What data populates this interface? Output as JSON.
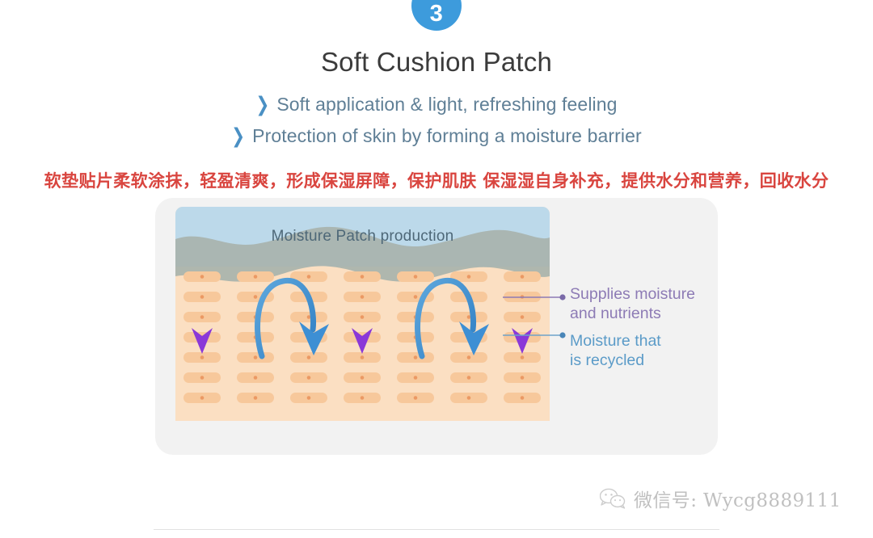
{
  "step": {
    "number": "3",
    "accent_color": "#3d9bdc"
  },
  "header": {
    "title": "Soft Cushion Patch",
    "bullets": [
      {
        "icon": "chevron-right-icon",
        "marker": "❯",
        "text": "Soft application & light, refreshing feeling"
      },
      {
        "icon": "chevron-right-icon",
        "marker": "❯",
        "text": "Protection of skin by forming a moisture barrier"
      }
    ],
    "bullet_color": "#5f7f96",
    "chevron_color": "#4a90c4"
  },
  "caption_cn": {
    "text": "软垫贴片柔软涂抹，轻盈清爽，形成保湿屏障，保护肌肤 保湿湿自身补充，提供水分和营养，回收水分",
    "color": "#d9453f"
  },
  "diagram": {
    "label": "Moisture Patch production",
    "label_color": "#4e6878",
    "sky_color": "#bcd9ea",
    "patch_color": "#a8b3ad",
    "skin_color": "#fbdfc2",
    "cell_color": "#f7c89b",
    "cell_nucleus_color": "#e78a52",
    "columns": 7,
    "rows": 7,
    "down_arrow_color": "#9b4fe0",
    "down_arrow_columns": [
      1,
      4,
      7
    ],
    "recycle_arrow_color": "#3d8fd4",
    "recycle_arrow_pairs": [
      [
        2,
        3
      ],
      [
        5,
        6
      ]
    ]
  },
  "annotations": [
    {
      "text_line1": "Supplies moisture",
      "text_line2": "and nutrients",
      "color": "#8d7bb5",
      "dot_color": "#7a6aa8"
    },
    {
      "text_line1": "Moisture that",
      "text_line2": "is recycled",
      "color": "#5b9bc8",
      "dot_color": "#4a86b8"
    }
  ],
  "watermark": {
    "icon": "wechat-icon",
    "text": "微信号: Wycg8889111"
  }
}
